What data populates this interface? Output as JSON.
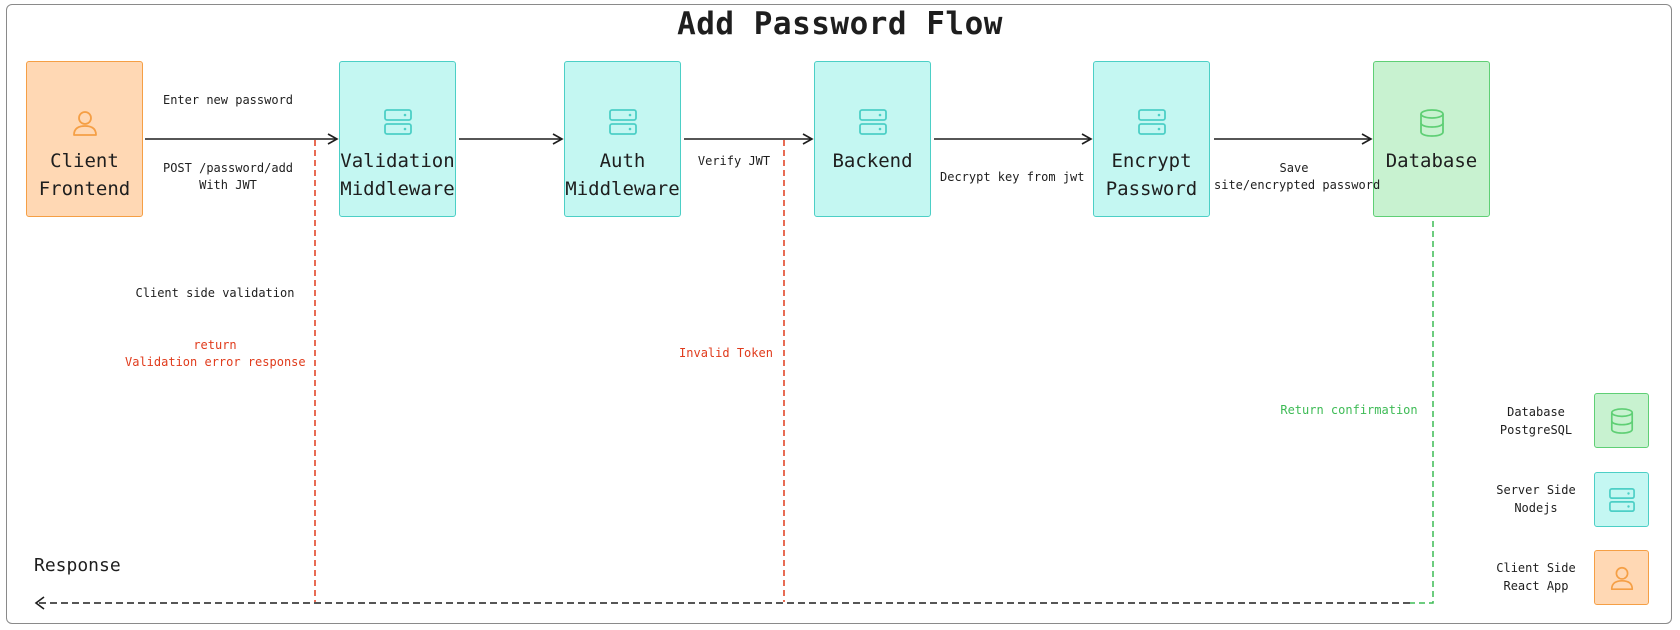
{
  "title": "Add Password Flow",
  "nodes": [
    {
      "id": "client",
      "lines": [
        "Client",
        "Frontend"
      ],
      "icon": "user-icon",
      "kind": "client"
    },
    {
      "id": "validation",
      "lines": [
        "Validation",
        "Middleware"
      ],
      "icon": "server-icon",
      "kind": "server"
    },
    {
      "id": "auth",
      "lines": [
        "Auth",
        "Middleware"
      ],
      "icon": "server-icon",
      "kind": "server"
    },
    {
      "id": "backend",
      "lines": [
        "Backend"
      ],
      "icon": "server-icon",
      "kind": "server"
    },
    {
      "id": "encrypt",
      "lines": [
        "Encrypt",
        "Password"
      ],
      "icon": "server-icon",
      "kind": "server"
    },
    {
      "id": "database",
      "lines": [
        "Database"
      ],
      "icon": "database-icon",
      "kind": "db"
    }
  ],
  "edges": {
    "enter_new_password": "Enter new password",
    "post_line1": "POST /password/add",
    "post_line2": "With JWT",
    "verify_jwt": "Verify JWT",
    "decrypt_key": "Decrypt key from jwt",
    "save_line1": "Save",
    "save_line2": "site/encrypted password",
    "client_side_validation": "Client side validation",
    "return_line1": "return",
    "return_line2": "Validation error response",
    "invalid_token": "Invalid Token",
    "return_confirmation": "Return confirmation",
    "response": "Response"
  },
  "legend": [
    {
      "line1": "Database",
      "line2": "PostgreSQL",
      "icon": "database-icon",
      "kind": "db"
    },
    {
      "line1": "Server Side",
      "line2": "Nodejs",
      "icon": "server-icon",
      "kind": "server"
    },
    {
      "line1": "Client Side",
      "line2": "React App",
      "icon": "user-icon",
      "kind": "client"
    }
  ],
  "colors": {
    "client_fill": "#ffd8b4",
    "client_stroke": "#f59f45",
    "server_fill": "#c4f7f2",
    "server_stroke": "#4ccfc6",
    "db_fill": "#c8f2d0",
    "db_stroke": "#5fcf75",
    "error": "#e03b1c",
    "success": "#3dbb55",
    "line": "#1e1e1e"
  }
}
